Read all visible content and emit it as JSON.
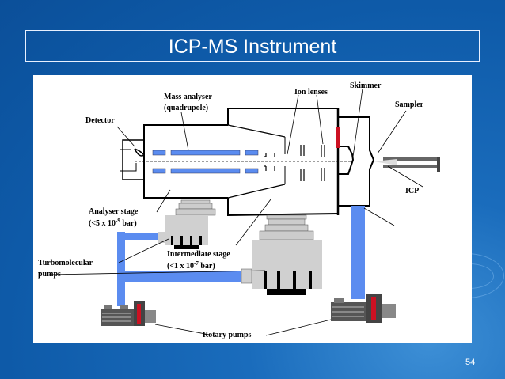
{
  "slide": {
    "title": "ICP-MS Instrument",
    "page_number": "54"
  },
  "labels": {
    "mass_analyser": "Mass analyser",
    "quadrupole": "(quadrupole)",
    "detector": "Detector",
    "ion_lenses": "Ion lenses",
    "skimmer": "Skimmer",
    "sampler": "Sampler",
    "icp": "ICP",
    "analyser_stage": "Analyser stage",
    "analyser_pressure": {
      "pre": "(<5 x 10",
      "exp": "-9",
      "post": " bar)"
    },
    "intermediate_stage": "Intermediate stage",
    "intermediate_pressure": {
      "pre": "(<1 x 10",
      "exp": "-7",
      "post": " bar)"
    },
    "turbomolecular": "Turbomolecular",
    "pumps": "pumps",
    "rotary_pumps": "Rotary pumps"
  },
  "colors": {
    "pipe": "#5b8cf0",
    "pump_body": "#d0d0d0",
    "rod": "#5b8cf0",
    "accent_red": "#cc1122"
  }
}
